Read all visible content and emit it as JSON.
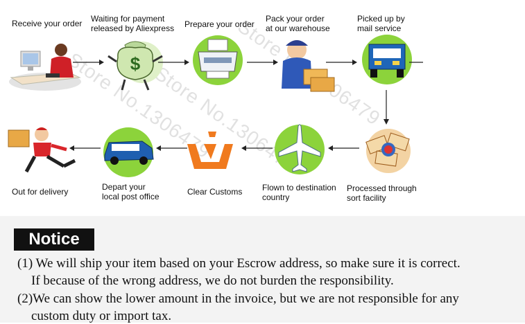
{
  "steps": [
    {
      "label": "Receive your order",
      "icon": "computer-desk-icon"
    },
    {
      "label": "Waiting for payment\nreleased by Aliexpress",
      "icon": "money-bag-icon"
    },
    {
      "label": "Prepare your order",
      "icon": "printer-icon"
    },
    {
      "label": "Pack your order\nat our warehouse",
      "icon": "packing-worker-icon"
    },
    {
      "label": "Picked up by\nmail service",
      "icon": "mail-truck-icon"
    },
    {
      "label": "Processed through\nsort facility",
      "icon": "mail-envelopes-icon"
    },
    {
      "label": "Flown to destination\ncountry",
      "icon": "airplane-icon"
    },
    {
      "label": "Clear Customs",
      "icon": "customs-icon"
    },
    {
      "label": "Depart your\nlocal post office",
      "icon": "car-icon"
    },
    {
      "label": "Out for delivery",
      "icon": "delivery-runner-icon"
    }
  ],
  "watermarks": [
    "Store No.1306479",
    "Store No.1306479",
    "Store No.1306479"
  ],
  "notice": {
    "title": "Notice",
    "lines": [
      "(1) We will ship your item based on your Escrow address, so make sure it is correct.",
      "If because of the wrong address, we do not burden the responsibility.",
      "(2)We can show the lower amount in the invoice, but we are not responsible for any",
      "custom duty or import tax."
    ]
  },
  "colors": {
    "accent_green": "#8cd33b",
    "truck_blue": "#1f66b8",
    "customs_orange": "#f07a1e",
    "notice_bg": "#f3f3f3"
  }
}
